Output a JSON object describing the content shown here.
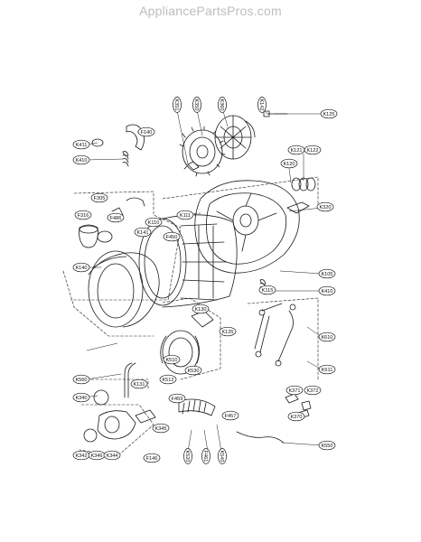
{
  "watermark": "AppliancePartsPros.com",
  "colors": {
    "line": "#1a1a1a",
    "watermark": "#bdbdbd",
    "background": "#ffffff"
  },
  "callouts": [
    {
      "code": "K351"
    },
    {
      "code": "K350"
    },
    {
      "code": "K360"
    },
    {
      "code": "K142"
    },
    {
      "code": "K125"
    },
    {
      "code": "F140"
    },
    {
      "code": "K411"
    },
    {
      "code": "K410"
    },
    {
      "code": "K121"
    },
    {
      "code": "K122"
    },
    {
      "code": "K120"
    },
    {
      "code": "F305"
    },
    {
      "code": "F316"
    },
    {
      "code": "F486"
    },
    {
      "code": "K111"
    },
    {
      "code": "K110"
    },
    {
      "code": "K141"
    },
    {
      "code": "F450"
    },
    {
      "code": "K320"
    },
    {
      "code": "K140"
    },
    {
      "code": "K105"
    },
    {
      "code": "K115"
    },
    {
      "code": "K410"
    },
    {
      "code": "K130"
    },
    {
      "code": "K135"
    },
    {
      "code": "K610"
    },
    {
      "code": "K510"
    },
    {
      "code": "K530"
    },
    {
      "code": "K611"
    },
    {
      "code": "K560"
    },
    {
      "code": "K131"
    },
    {
      "code": "K512"
    },
    {
      "code": "K371"
    },
    {
      "code": "K372"
    },
    {
      "code": "K340"
    },
    {
      "code": "F459"
    },
    {
      "code": "F457"
    },
    {
      "code": "K370"
    },
    {
      "code": "K345"
    },
    {
      "code": "K342"
    },
    {
      "code": "K346"
    },
    {
      "code": "K344"
    },
    {
      "code": "F146"
    },
    {
      "code": "K520"
    },
    {
      "code": "F461"
    },
    {
      "code": "K540"
    },
    {
      "code": "K550"
    }
  ]
}
